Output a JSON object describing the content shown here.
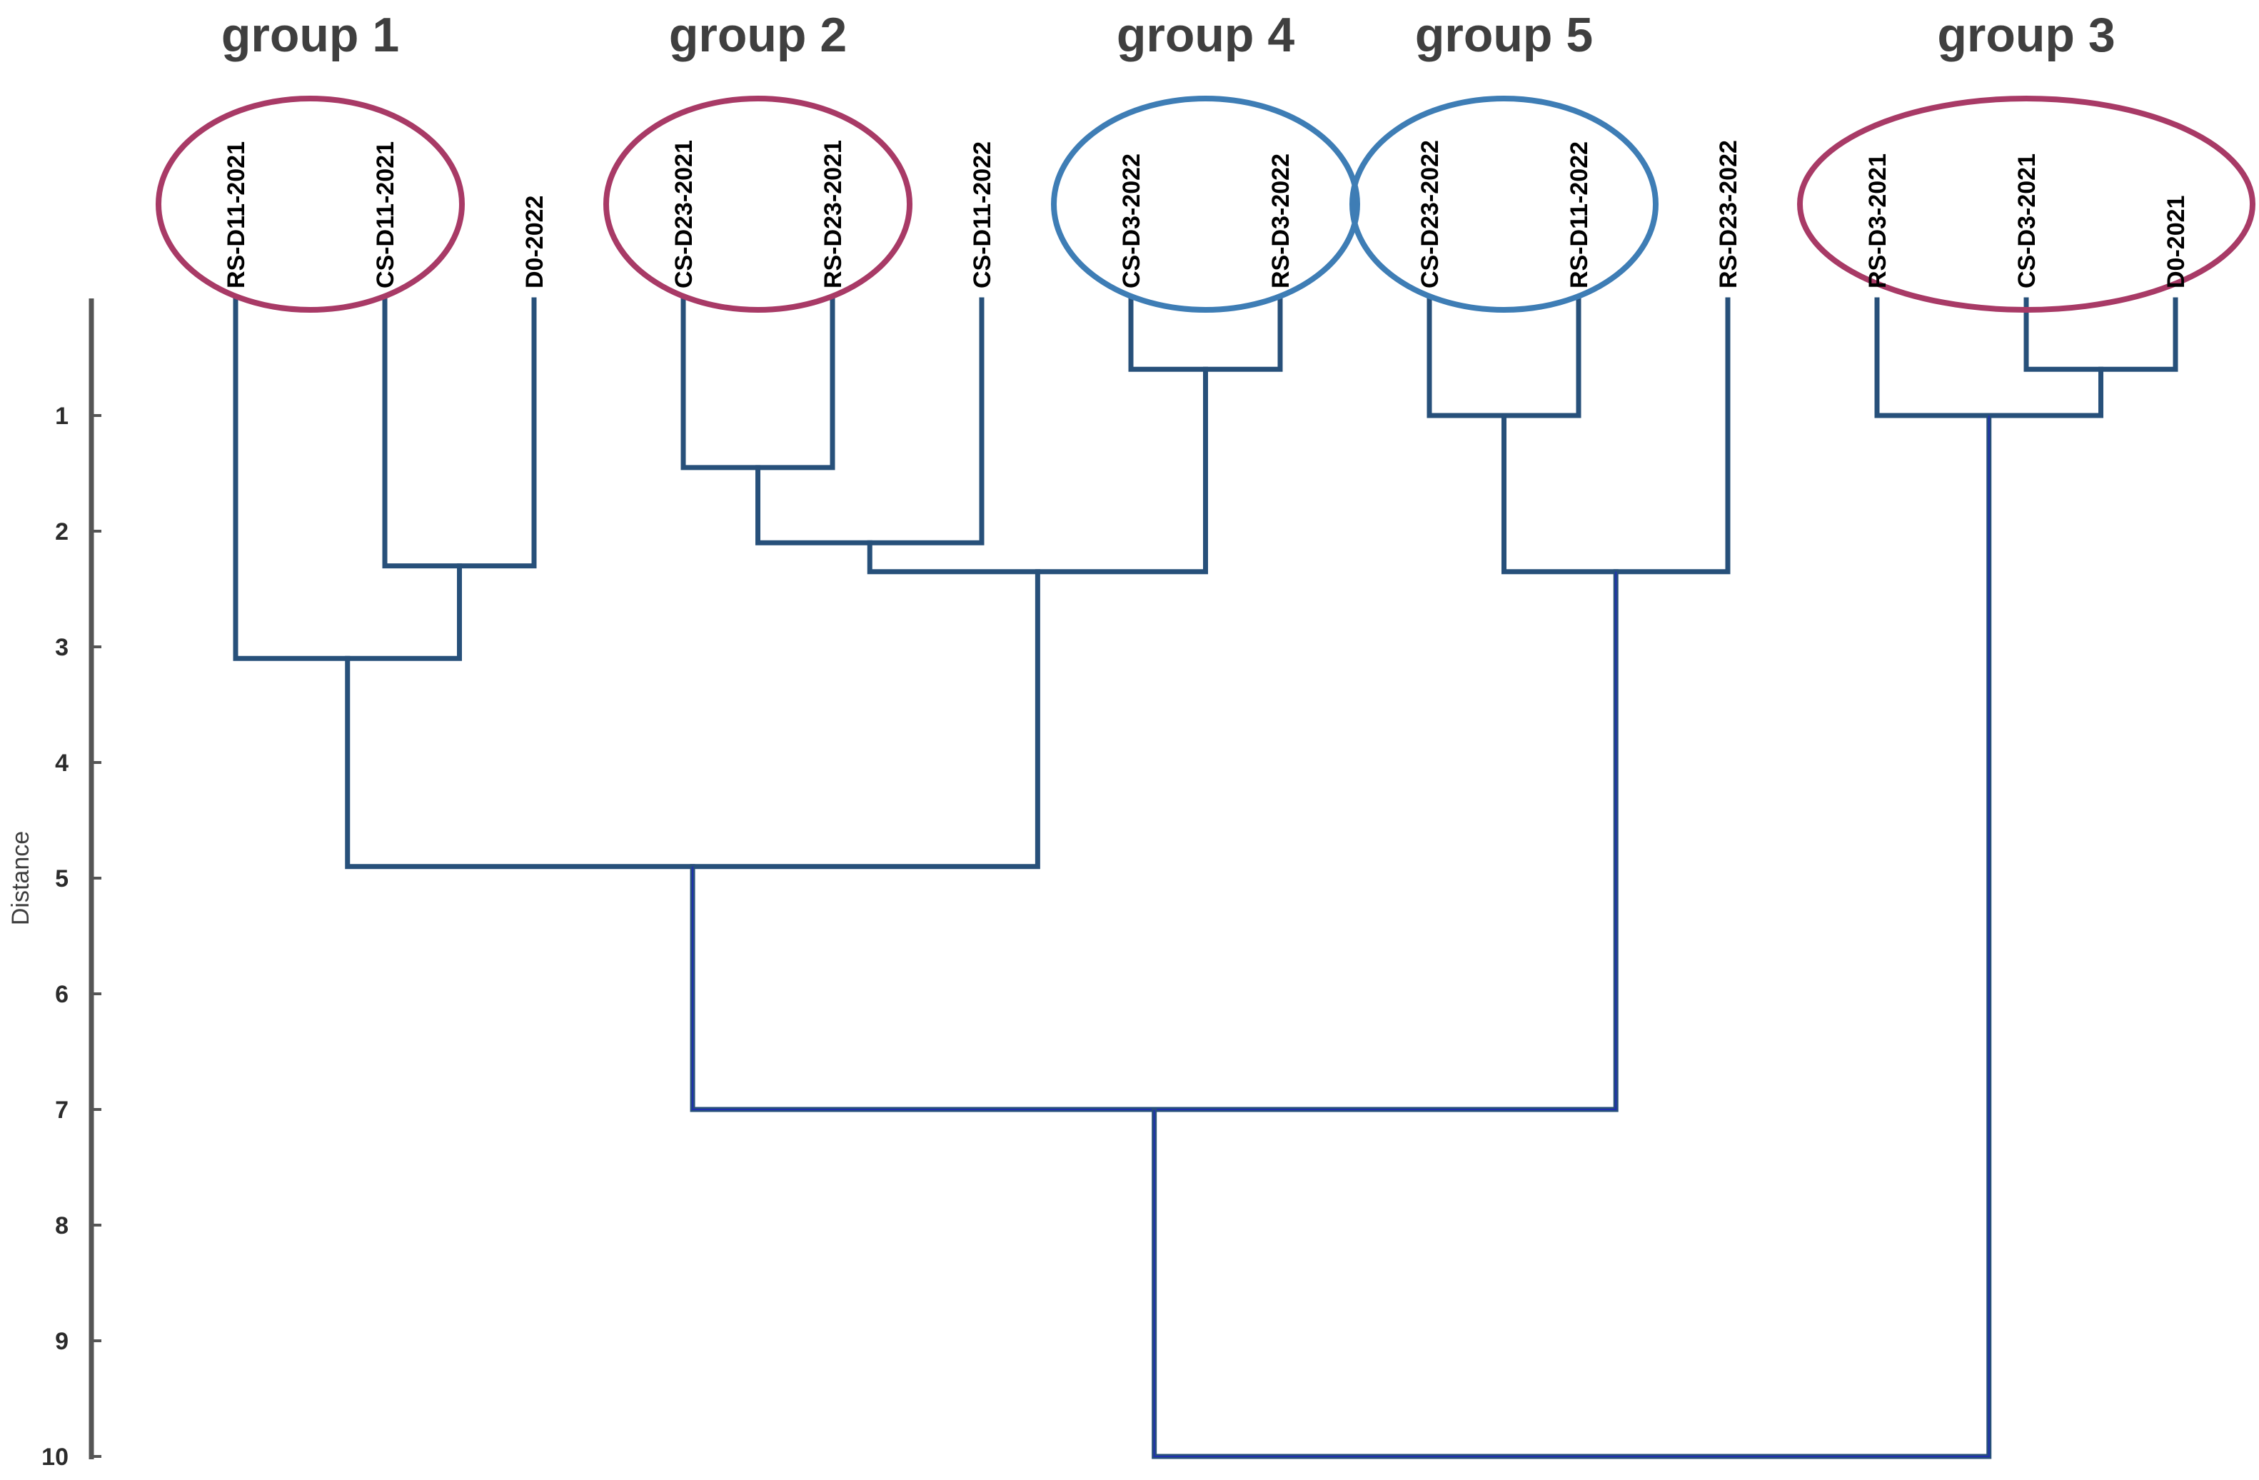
{
  "chart_data": {
    "type": "dendrogram",
    "axis": {
      "label": "Distance",
      "ticks": [
        1,
        2,
        3,
        4,
        5,
        6,
        7,
        8,
        9,
        10
      ],
      "range": [
        0,
        10
      ]
    },
    "leaves": [
      "RS-D11-2021",
      "CS-D11-2021",
      "D0-2022",
      "CS-D23-2021",
      "RS-D23-2021",
      "CS-D11-2022",
      "CS-D3-2022",
      "RS-D3-2022",
      "CS-D23-2022",
      "RS-D11-2022",
      "RS-D23-2022",
      "RS-D3-2021",
      "CS-D3-2021",
      "D0-2021"
    ],
    "merges": [
      {
        "id": "m1",
        "children": [
          "CS-D3-2021",
          "D0-2021"
        ],
        "height": 0.6
      },
      {
        "id": "m2",
        "children": [
          "CS-D3-2022",
          "RS-D3-2022"
        ],
        "height": 0.6
      },
      {
        "id": "m3",
        "children": [
          "CS-D23-2022",
          "RS-D11-2022"
        ],
        "height": 1.0
      },
      {
        "id": "m4",
        "children": [
          "RS-D3-2021",
          "m1"
        ],
        "height": 1.0
      },
      {
        "id": "m5",
        "children": [
          "CS-D23-2021",
          "RS-D23-2021"
        ],
        "height": 1.45
      },
      {
        "id": "m6",
        "children": [
          "m5",
          "CS-D11-2022"
        ],
        "height": 2.1
      },
      {
        "id": "m7",
        "children": [
          "CS-D11-2021",
          "D0-2022"
        ],
        "height": 2.3
      },
      {
        "id": "m8",
        "children": [
          "m6",
          "m2"
        ],
        "height": 2.35
      },
      {
        "id": "m9",
        "children": [
          "m3",
          "RS-D23-2022"
        ],
        "height": 2.35
      },
      {
        "id": "m10",
        "children": [
          "RS-D11-2021",
          "m7"
        ],
        "height": 3.1
      },
      {
        "id": "m11",
        "children": [
          "m10",
          "m8"
        ],
        "height": 4.9
      },
      {
        "id": "m12",
        "children": [
          "m11",
          "m9"
        ],
        "height": 7.0
      },
      {
        "id": "m13",
        "children": [
          "m12",
          "m4"
        ],
        "height": 10.0
      }
    ],
    "groups": [
      {
        "label": "group 1",
        "members": [
          "RS-D11-2021",
          "CS-D11-2021"
        ],
        "color": "#a83a66"
      },
      {
        "label": "group 2",
        "members": [
          "CS-D23-2021",
          "RS-D23-2021"
        ],
        "color": "#a83a66"
      },
      {
        "label": "group 4",
        "members": [
          "CS-D3-2022",
          "RS-D3-2022"
        ],
        "color": "#3e7db5"
      },
      {
        "label": "group 5",
        "members": [
          "CS-D23-2022",
          "RS-D11-2022"
        ],
        "color": "#3e7db5"
      },
      {
        "label": "group 3",
        "members": [
          "RS-D3-2021",
          "CS-D3-2021",
          "D0-2021"
        ],
        "color": "#a83a66"
      }
    ],
    "line_color": "#27507a",
    "accent_line_color": "#1f2fb0",
    "axis_color": "#555555"
  }
}
